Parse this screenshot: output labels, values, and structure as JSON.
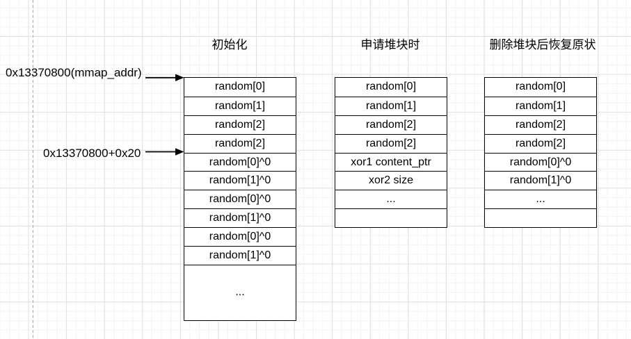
{
  "annotations": {
    "mmap_addr_label": "0x13370800(mmap_addr)",
    "offset_label": "0x13370800+0x20"
  },
  "columns": [
    {
      "header": "初始化",
      "rows": [
        "random[0]",
        "random[1]",
        "random[2]",
        "random[2]",
        "random[0]^0",
        "random[1]^0",
        "random[0]^0",
        "random[1]^0",
        "random[0]^0",
        "random[1]^0"
      ],
      "tall_cell": "..."
    },
    {
      "header": "申请堆块时",
      "rows": [
        "random[0]",
        "random[1]",
        "random[2]",
        "random[2]",
        "xor1 content_ptr",
        "xor2 size",
        "...",
        ""
      ]
    },
    {
      "header": "删除堆块后恢复原状",
      "rows": [
        "random[0]",
        "random[1]",
        "random[2]",
        "random[2]",
        "random[0]^0",
        "random[1]^0",
        "...",
        ""
      ]
    }
  ],
  "colors": {
    "background": "#ffffff",
    "text": "#000000",
    "border": "#000000",
    "arrow": "#000000",
    "grid_minor": "#f3f3f3",
    "grid_major": "#e0e0e0",
    "page_divider": "#b0b0b0"
  }
}
